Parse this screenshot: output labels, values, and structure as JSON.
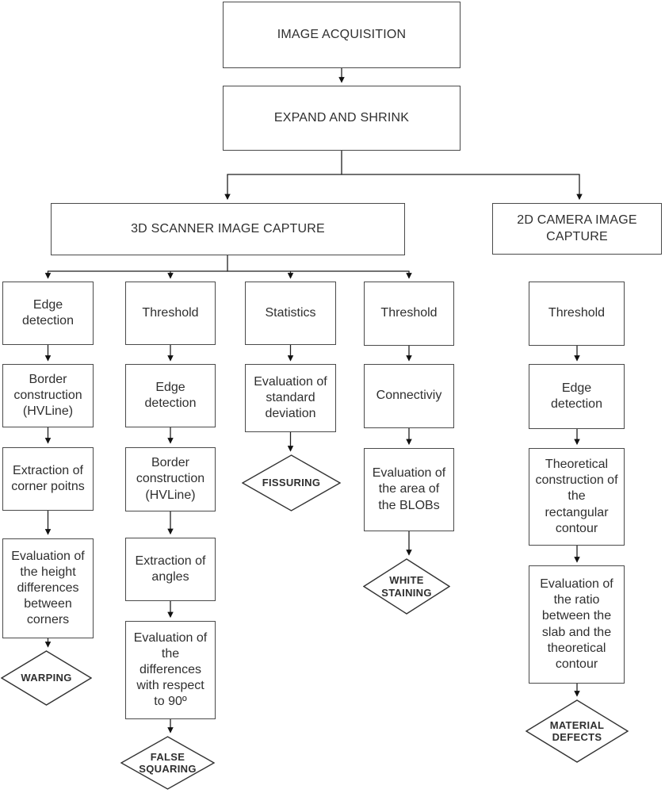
{
  "diagram": {
    "root": {
      "label": "IMAGE ACQUISITION"
    },
    "preprocess": {
      "label": "EXPAND AND SHRINK"
    },
    "branch3d": {
      "label": "3D SCANNER IMAGE CAPTURE"
    },
    "branch2d": {
      "label": "2D CAMERA IMAGE CAPTURE"
    },
    "columns": [
      {
        "branch": "3d",
        "steps": [
          "Edge detection",
          "Border construction (HVLine)",
          "Extraction of corner poitns",
          "Evaluation of the height differences between corners"
        ],
        "result": "WARPING"
      },
      {
        "branch": "3d",
        "steps": [
          "Threshold",
          "Edge detection",
          "Border construction (HVLine)",
          "Extraction of angles",
          "Evaluation of the differences with respect to 90º"
        ],
        "result": "FALSE SQUARING"
      },
      {
        "branch": "3d",
        "steps": [
          "Statistics",
          "Evaluation of standard deviation"
        ],
        "result": "FISSURING"
      },
      {
        "branch": "3d",
        "steps": [
          "Threshold",
          "Connectiviy",
          "Evaluation of the area of the BLOBs"
        ],
        "result": "WHITE STAINING"
      },
      {
        "branch": "2d",
        "steps": [
          "Threshold",
          "Edge detection",
          "Theoretical construction of the rectangular contour",
          "Evaluation of the ratio between the slab and the theoretical contour"
        ],
        "result": "MATERIAL DEFECTS"
      }
    ]
  },
  "colors": {
    "line": "#1f1f1f",
    "box_border": "#4a4a4a",
    "diamond_border": "#333333",
    "text": "#2f2f2f",
    "background": "#ffffff"
  }
}
